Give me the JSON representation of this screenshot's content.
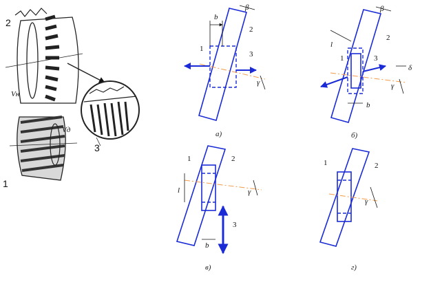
{
  "photo": {
    "labels": {
      "worm": "1",
      "gear": "2",
      "detail": "3"
    },
    "vel_gear": "Vн",
    "vel_worm": "Vд"
  },
  "panel_a": {
    "caption": "а)",
    "b": "b",
    "beta": "β",
    "n1": "1",
    "n2": "2",
    "n3": "3",
    "gamma": "γ"
  },
  "panel_b": {
    "caption": "б)",
    "b": "b",
    "beta": "β",
    "n1": "1",
    "n2": "2",
    "n3": "3",
    "gamma": "γ",
    "delta": "δ",
    "l": "l"
  },
  "panel_c": {
    "caption": "в)",
    "b": "b",
    "n1": "1",
    "n2": "2",
    "n3": "3",
    "gamma": "γ",
    "l": "l"
  },
  "panel_d": {
    "caption": "г)",
    "n1": "1",
    "n2": "2",
    "gamma": "γ"
  },
  "colors": {
    "part": "#1a2bd6",
    "centerline": "#f29a4a"
  }
}
